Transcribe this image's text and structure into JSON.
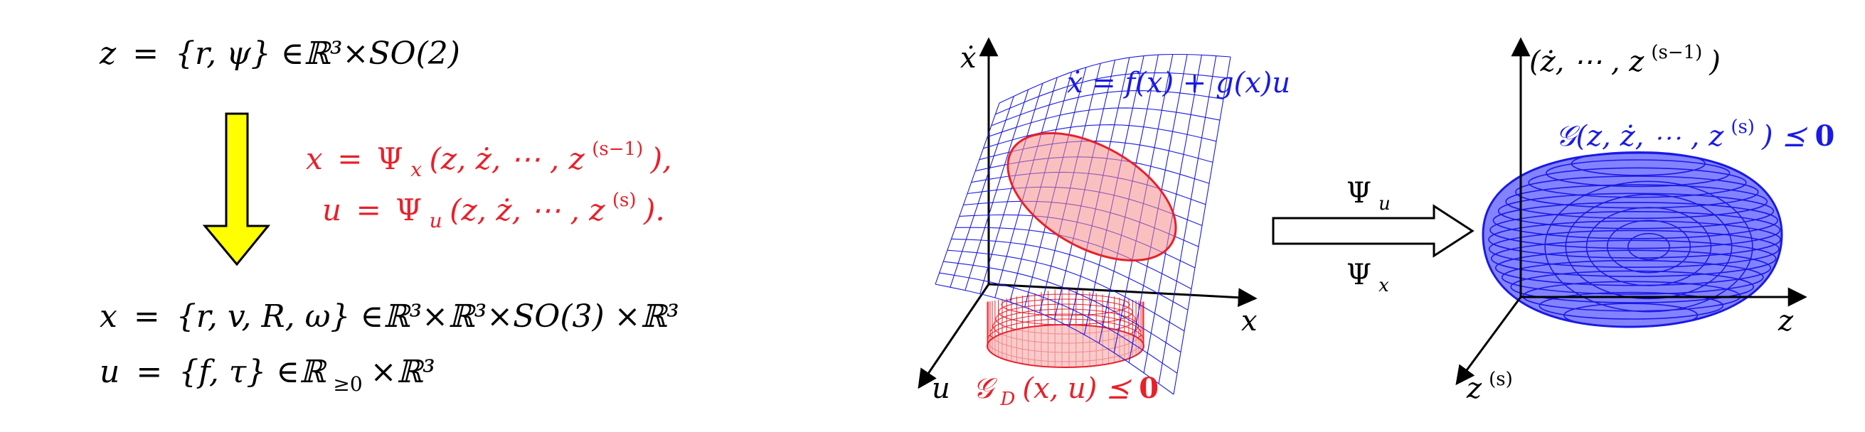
{
  "left": {
    "line_z": {
      "lhs": "z",
      "rhs": "{r, ψ} ∈ℝ³×SO(2)"
    },
    "mapping": {
      "x_line": {
        "lhs": "x",
        "rhs": "Ψ",
        "sub": "x",
        "args": "(z, ż, ⋯ , z",
        "sup": "(s−1)",
        "end": "),"
      },
      "u_line": {
        "lhs": "u",
        "rhs": "Ψ",
        "sub": "u",
        "args": "(z, ż, ⋯ , z",
        "sup": "(s)",
        "end": ")."
      }
    },
    "line_x": {
      "lhs": "x",
      "rhs": "{r, v, R, ω} ∈ℝ³×ℝ³×SO(3) ×ℝ³"
    },
    "line_u": {
      "lhs": "u",
      "rhs": "{f, τ} ∈ℝ",
      "sub": "≥0",
      "tail": "×ℝ³"
    }
  },
  "middle": {
    "axis_xdot": "ẋ",
    "axis_x": "x",
    "axis_u": "u",
    "dynamics": "ẋ = f(x) + g(x)u",
    "constraint": {
      "main": "𝒢",
      "sub": "D",
      "args": "(x, u) ⪯ ",
      "zero": "0"
    }
  },
  "arrow": {
    "top": "Ψ",
    "top_sub": "u",
    "bottom": "Ψ",
    "bottom_sub": "x"
  },
  "right": {
    "axis_top": {
      "text": "(ż, ⋯ , z",
      "sup": "(s−1)",
      "end": ")"
    },
    "axis_z": "z",
    "axis_zs": {
      "text": "z",
      "sup": "(s)"
    },
    "constraint": {
      "main": "𝒢(z, ż, ⋯ , z",
      "sup": "(s)",
      "end": ") ⪯ ",
      "zero": "0"
    }
  },
  "colors": {
    "red": "#e8202a",
    "blue": "#1a1ae6",
    "yellow": "#ffff00",
    "black": "#000000"
  }
}
